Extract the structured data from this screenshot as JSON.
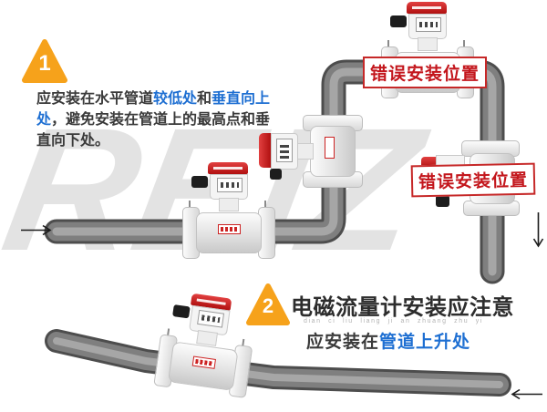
{
  "watermark_text": "REIZ",
  "colors": {
    "accent_orange": "#F6A21B",
    "error_red": "#C3161C",
    "highlight_blue": "#1E6FD2",
    "pipe_gray": "#7F7F7F",
    "watermark_gray": "#E3E3E3"
  },
  "step1": {
    "number": "1",
    "text": {
      "p1": "应安装在水平管道",
      "h1": "较低处",
      "p2": "和",
      "h2": "垂直向上处",
      "p3": "，避免安装在管道上的最高点和垂直向下处。"
    }
  },
  "warning_labels": {
    "top": "错误安装位置",
    "right": "错误安装位置"
  },
  "step2": {
    "number": "2",
    "title": "电磁流量计安装应注意",
    "pinyin": "dian ci liu liang ji an zhuang zhu yi",
    "text": {
      "p1": "应安装在",
      "h1": "管道上升处"
    }
  }
}
